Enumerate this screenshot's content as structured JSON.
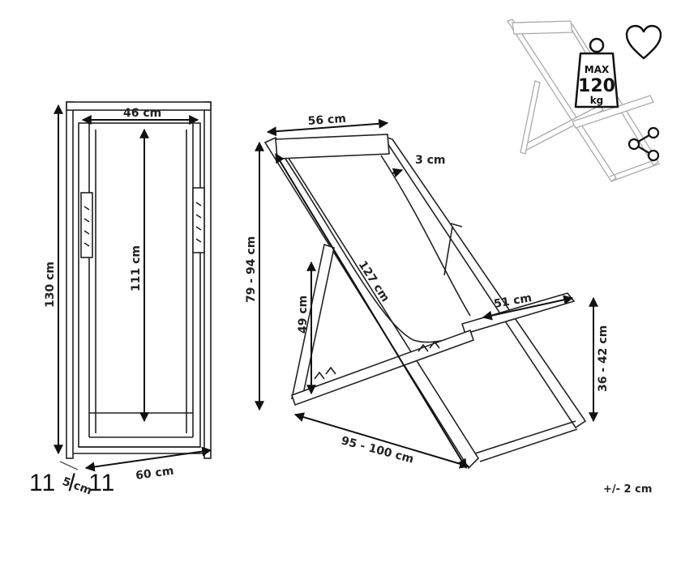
{
  "product_image": {
    "dimensions": {
      "folded_width": "46 cm",
      "folded_height": "130 cm",
      "seat_fabric_length": "111 cm",
      "depth_folded": "5 cm",
      "base_width": "60 cm",
      "seat_width": "56 cm",
      "frame_thickness": "3 cm",
      "height_range": "79 - 94 cm",
      "leg_length": "49 cm",
      "frame_length": "127 cm",
      "armrest_length": "51 cm",
      "footprint_length": "95 - 100 cm",
      "seat_height": "36 - 42 cm"
    },
    "tolerance": "+/- 2 cm"
  },
  "weight_badge": {
    "line1": "MAX",
    "line2": "120",
    "line3": "kg"
  },
  "gallery": {
    "current": "11",
    "separator": "/",
    "total": "11"
  },
  "icons": {
    "favorite": "heart-icon",
    "share": "share-icon"
  }
}
